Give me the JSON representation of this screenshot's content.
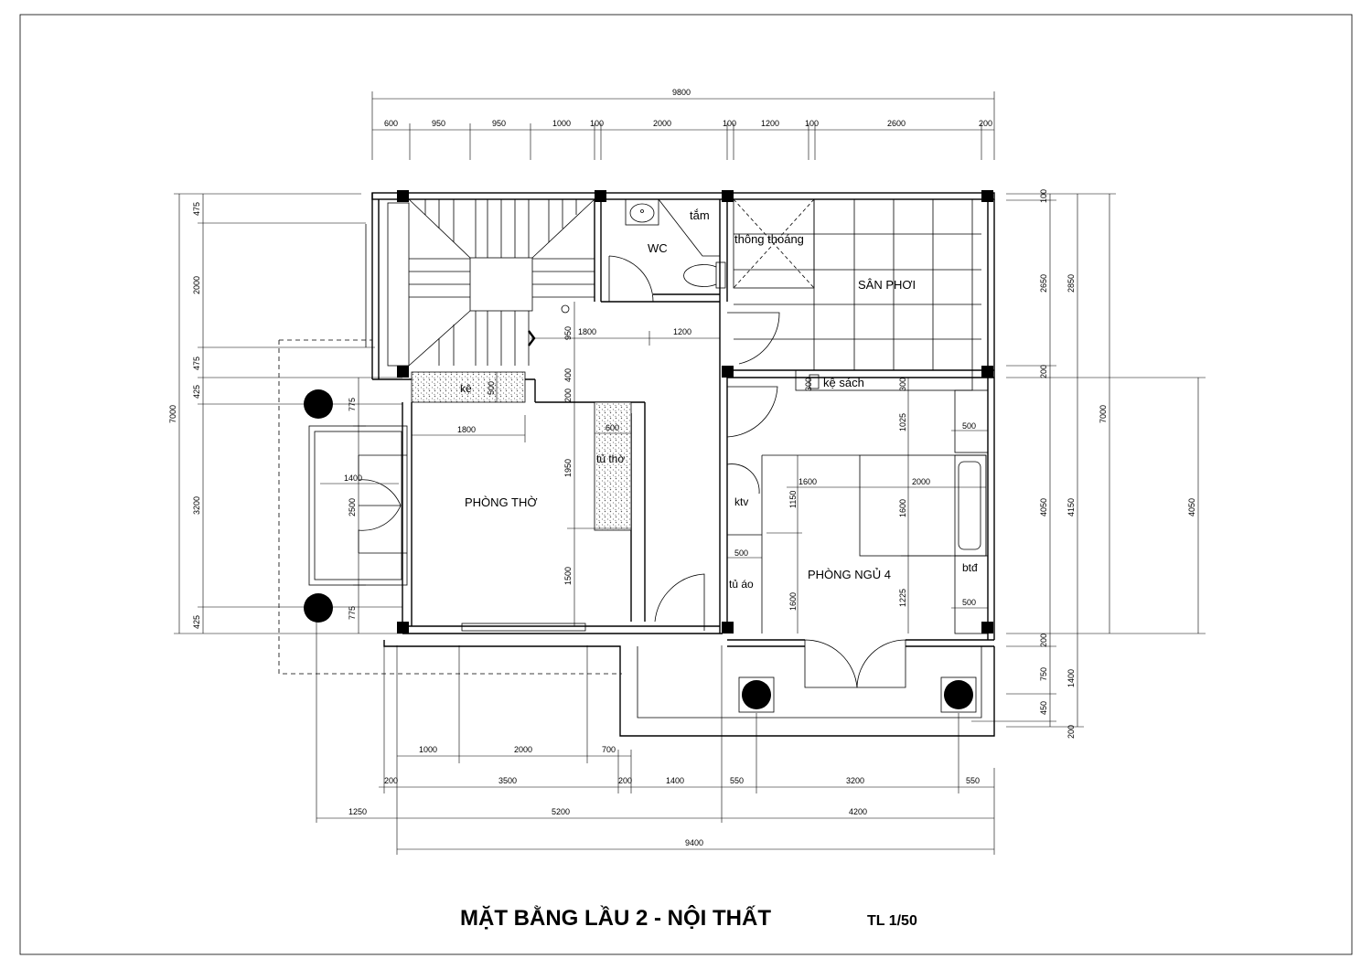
{
  "title": {
    "main": "MẶT BẰNG LẦU 2 - NỘI THẤT",
    "scale": "TL 1/50"
  },
  "rooms": {
    "wc": "WC",
    "tam": "tắm",
    "thong_thoang": "thông thoáng",
    "san_phoi": "SÂN PHƠI",
    "ke": "kệ",
    "ke_sach": "kệ sách",
    "tu_tho": "tủ thờ",
    "phong_tho": "PHÒNG THỜ",
    "ktv": "ktv",
    "tu_ao": "tủ áo",
    "phong_ngu_4": "PHÒNG NGỦ 4",
    "btd": "btđ"
  },
  "dims": {
    "top_total": "9800",
    "top": [
      "600",
      "950",
      "950",
      "1000",
      "100",
      "2000",
      "100",
      "1200",
      "100",
      "2600",
      "200"
    ],
    "left": [
      "475",
      "2000",
      "475",
      "425",
      "3200",
      "425"
    ],
    "left_total": "7000",
    "left_inner": [
      "775",
      "2500",
      "775"
    ],
    "right": [
      "100",
      "2650",
      "200",
      "4050",
      "200",
      "750",
      "450",
      "200"
    ],
    "right_mid": [
      "2850",
      "4150",
      "1400"
    ],
    "right_total": "7000",
    "right_outer": "4050",
    "bottom_1": [
      "1000",
      "2000",
      "700"
    ],
    "bottom_2": [
      "200",
      "3500",
      "200",
      "1400",
      "550",
      "3200",
      "550"
    ],
    "bottom_3": [
      "1250",
      "5200",
      "4200"
    ],
    "bottom_total": "9400",
    "interior": {
      "d1800a": "1800",
      "d1200": "1200",
      "d950": "950",
      "d400": "400",
      "d200": "200",
      "d500a": "500",
      "d1800b": "1800",
      "d600": "600",
      "d1950": "1950",
      "d1500": "1500",
      "d1400": "1400",
      "d300a": "300",
      "d300b": "300",
      "d1025": "1025",
      "d500b": "500",
      "d1600a": "1600",
      "d2000": "2000",
      "d1150": "1150",
      "d1600b": "1600",
      "d1600c": "1600",
      "d500c": "500",
      "d1225": "1225",
      "d500d": "500"
    }
  }
}
